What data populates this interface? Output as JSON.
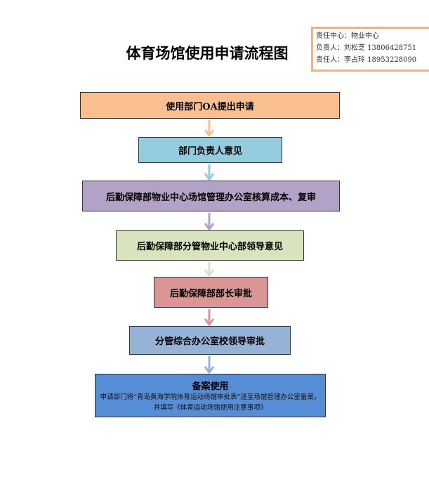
{
  "title": "体育场馆使用申请流程图",
  "info": [
    "责任中心：物业中心",
    "负责人：刘松芝 13806428751",
    "责任人：李占玲 18953228090"
  ],
  "steps": [
    {
      "label": "使用部门OA提出申请",
      "color": "#F9BF8F"
    },
    {
      "label": "部门负责人意见",
      "color": "#93CDDD"
    },
    {
      "label": "后勤保障部物业中心场馆管理办公室核算成本、复审",
      "color": "#B3A2C7"
    },
    {
      "label": "后勤保障部分管物业中心部领导意见",
      "color": "#D7E4BD"
    },
    {
      "label": "后勤保障部部长审批",
      "color": "#D99694"
    },
    {
      "label": "分管综合办公室校领导审批",
      "color": "#95B3D7"
    }
  ],
  "final": {
    "title": "备案使用",
    "desc": "申请部门将“青岛黄海学院体育运动场馆审批表”送至场馆管理办公室备案，并填写《体育运动场馆使用注意事项》",
    "color": "#558ED5"
  }
}
